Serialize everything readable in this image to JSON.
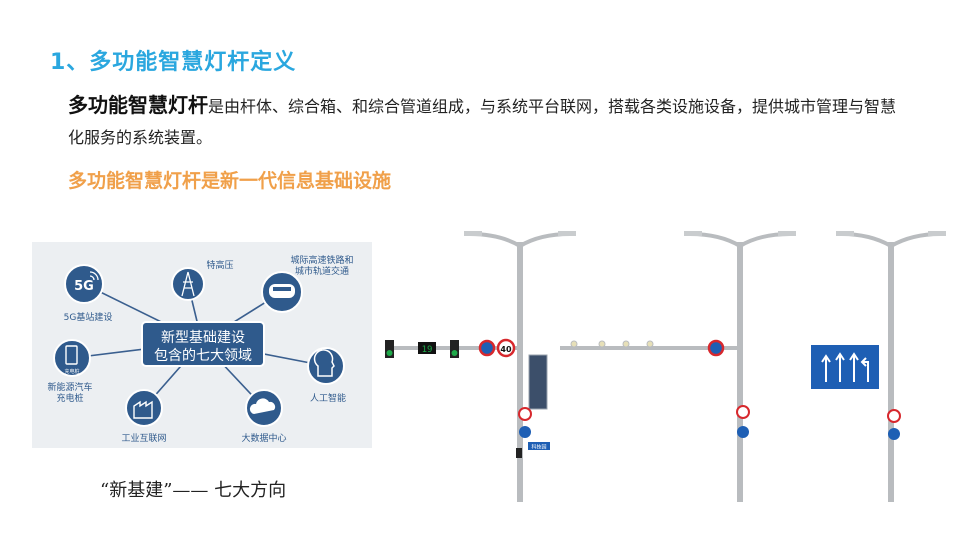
{
  "slide": {
    "title": "1、多功能智慧灯杆定义",
    "definition_term": "多功能智慧灯杆",
    "definition_text": "是由杆体、综合箱、和综合管道组成，与系统平台联网，搭载各类设施设备，提供城市管理与智慧化服务的系统装置。",
    "highlight": "多功能智慧灯杆是新一代信息基础设施",
    "caption": "“新基建”——  七大方向"
  },
  "infographic": {
    "center_line1": "新型基础建设",
    "center_line2": "包含的七大领域",
    "nodes": [
      {
        "id": "5g",
        "label": "5G基站建设",
        "badge": "5G",
        "icon": "5g-icon"
      },
      {
        "id": "uhv",
        "label": "特高压",
        "icon": "tower-icon"
      },
      {
        "id": "rail",
        "label_line1": "城际高速铁路和",
        "label_line2": "城市轨道交通",
        "icon": "train-icon"
      },
      {
        "id": "ai",
        "label": "人工智能",
        "icon": "ai-head-icon"
      },
      {
        "id": "bigdata",
        "label": "大数据中心",
        "icon": "cloud-icon"
      },
      {
        "id": "iiot",
        "label": "工业互联网",
        "icon": "factory-icon"
      },
      {
        "id": "ev",
        "label_line1": "新能源汽车",
        "label_line2": "充电桩",
        "icon": "charger-icon",
        "badge": "充电桩"
      }
    ]
  },
  "poles": {
    "speed_limit": "40",
    "countdown": "19",
    "panel_label": "科技园",
    "colors": {
      "pole": "#b9bcbf",
      "sign_blue": "#1e5fb4",
      "sign_red": "#d7282d",
      "accent": "#2aa7df",
      "orange": "#f0a04a"
    }
  }
}
